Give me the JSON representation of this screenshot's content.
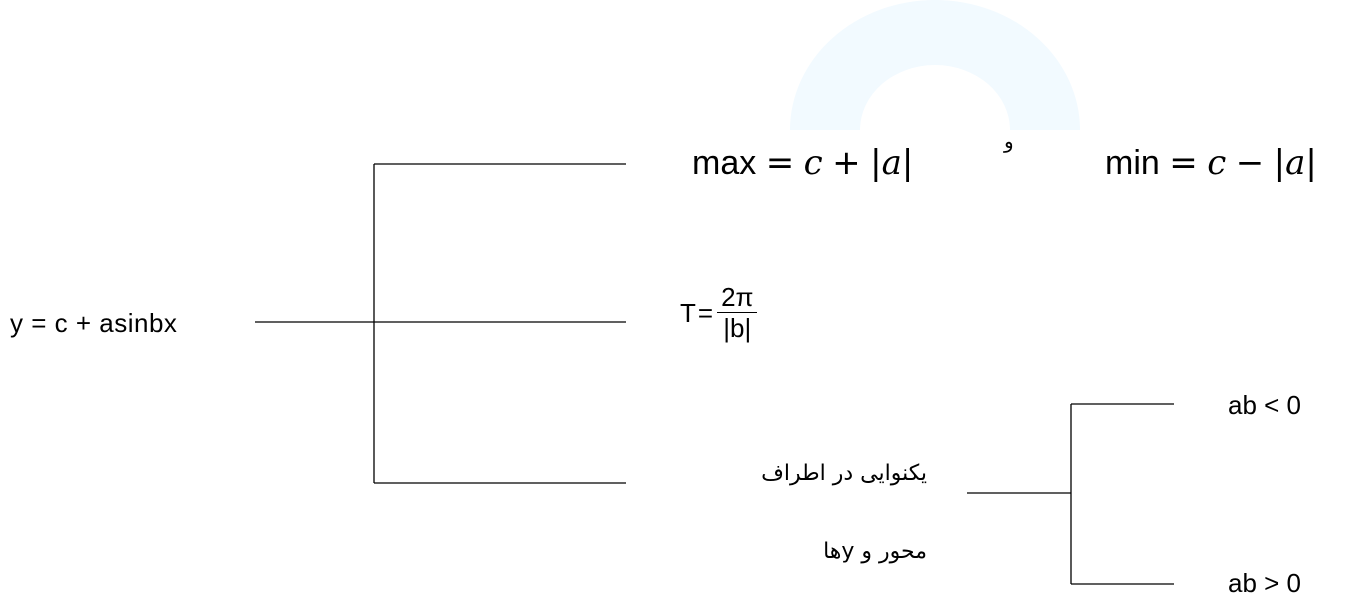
{
  "root_equation": "y = c + asinbx",
  "branches": {
    "extrema": {
      "max": {
        "label": "max",
        "rhs_c": "c",
        "rhs_a": "a"
      },
      "conjunction": "و",
      "min": {
        "label": "min",
        "rhs_c": "c",
        "rhs_a": "a"
      }
    },
    "period": {
      "lhs": "T",
      "numerator": "2π",
      "denominator": "|b|"
    },
    "monotonicity": {
      "line1": "یکنوایی در اطراف",
      "line2": "محور و yها",
      "cases": [
        "ab < 0",
        "ab > 0"
      ]
    }
  },
  "colors": {
    "line": "#000000",
    "watermark": "#f2faff"
  }
}
